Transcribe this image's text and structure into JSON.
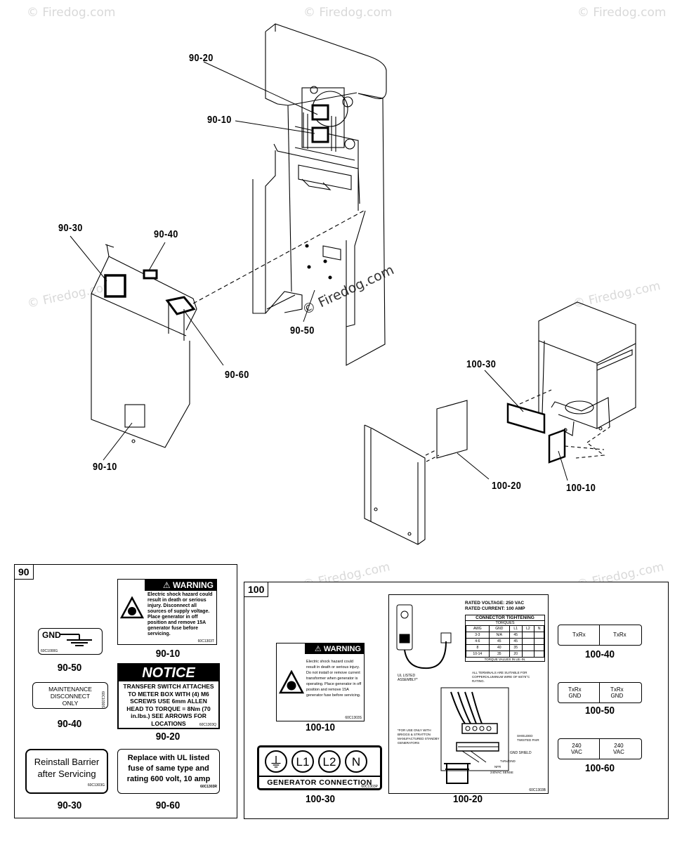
{
  "watermark": "© Firedog.com",
  "callouts": {
    "c1": "90-20",
    "c2": "90-10",
    "c3": "90-30",
    "c4": "90-40",
    "c5": "90-50",
    "c6": "90-60",
    "c7": "90-10",
    "c8": "100-30",
    "c9": "100-20",
    "c10": "100-10"
  },
  "section90": {
    "tag": "90",
    "gnd": {
      "text": "GND",
      "pn": "60C1000G",
      "caption": "90-50"
    },
    "maint": {
      "line1": "MAINTENANCE",
      "line2": "DISCONNECT",
      "line3": "ONLY",
      "pn": "60C1030S",
      "caption": "90-40"
    },
    "reinstall": {
      "line1": "Reinstall Barrier",
      "line2": "after Servicing",
      "pn": "60C1303G",
      "caption": "90-30"
    },
    "warning": {
      "header": "WARNING",
      "text": "Electric shock hazard could result in death or serious injury. Disconnect all sources of supply voltage. Place generator in off position and remove 15A generator fuse before servicing.",
      "pn": "60C1303T",
      "caption": "90-10"
    },
    "notice": {
      "header": "NOTICE",
      "text": "TRANSFER SWITCH ATTACHES TO METER BOX WITH (4) M6 SCREWS USE 6mm ALLEN HEAD TO TORQUE = 8Nm (70 in.lbs.) SEE ARROWS FOR LOCATIONS",
      "pn": "60C1303Q",
      "caption": "90-20"
    },
    "fuse": {
      "line1": "Replace with UL listed",
      "line2": "fuse of same type and",
      "line3": "rating 600 volt, 10 amp",
      "pn": "60C1303R",
      "caption": "90-60"
    }
  },
  "section100": {
    "tag": "100",
    "warning": {
      "header": "WARNING",
      "text": "Electric shock hazard could result in death or serious injury. Do not install or remove current transformer when generator is operating. Place generator in off position and remove 15A generator fuse before servicing.",
      "pn": "60C1303S",
      "caption": "100-10"
    },
    "genconn": {
      "symbols": [
        "⏚",
        "L1",
        "L2",
        "N"
      ],
      "text": "GENERATOR CONNECTION",
      "pn": "60C1303P",
      "caption": "100-30"
    },
    "wiring": {
      "rated1": "RATED VOLTAGE: 250 VAC",
      "rated2": "RATED CURRENT: 100 AMP",
      "torque_title": "CONNECTOR TIGHTENING",
      "torque_sub": "TORQUES",
      "torque_head": [
        "AWG",
        "GND",
        "L1",
        "L2",
        "N"
      ],
      "torque_rows": [
        [
          "3-3",
          "N/A",
          "45",
          "",
          ""
        ],
        [
          "4-6",
          "45",
          "45",
          "",
          ""
        ],
        [
          "8",
          "40",
          "35",
          "",
          ""
        ],
        [
          "10-14",
          "35",
          "20",
          "",
          ""
        ]
      ],
      "torque_note": "TORQUE VALUES IN LB.-IN.",
      "terminals_note": "ALL TERMINALS ARE SUITABLE FOR COPPER/ALUMINUM WIRE OF 60/75°C RATING.",
      "ul_note": "UL LISTED ASSEMBLY*",
      "use_note": "*FOR USE ONLY WITH BRIGGS & STRATTON MANUFACTURED STANDBY GENERATORS",
      "shield_note": "SHIELDED TWISTED PAIR",
      "gnd_shield": "GND SHIELD",
      "txrx": "TxRx/GND",
      "nfr": "NFR",
      "vac_sense": "240VAC SENSE",
      "pn": "60C1303B",
      "caption": "100-20"
    },
    "txrx": {
      "left": "TxRx",
      "right": "TxRx",
      "caption": "100-40"
    },
    "txrxgnd": {
      "l1": "TxRx",
      "l2": "GND",
      "r1": "TxRx",
      "r2": "GND",
      "caption": "100-50"
    },
    "vac": {
      "l1": "240",
      "l2": "VAC",
      "r1": "240",
      "r2": "VAC",
      "caption": "100-60"
    }
  }
}
